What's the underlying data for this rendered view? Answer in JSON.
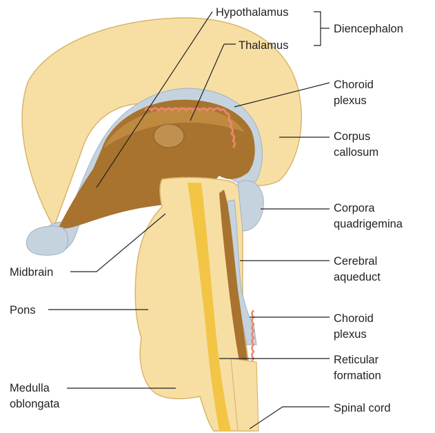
{
  "labels": {
    "hypothalamus": "Hypothalamus",
    "thalamus": "Thalamus",
    "diencephalon": "Diencephalon",
    "choroid_plexus_upper": [
      "Choroid",
      "plexus"
    ],
    "corpus_callosum": [
      "Corpus",
      "callosum"
    ],
    "corpora_quadrigemina": [
      "Corpora",
      "quadrigemina"
    ],
    "midbrain": "Midbrain",
    "cerebral_aqueduct": [
      "Cerebral",
      "aqueduct"
    ],
    "pons": "Pons",
    "choroid_plexus_lower": [
      "Choroid",
      "plexus"
    ],
    "reticular_formation": [
      "Reticular",
      "formation"
    ],
    "medulla_oblongata": [
      "Medulla",
      "oblongata"
    ],
    "spinal_cord": "Spinal cord"
  },
  "colors": {
    "tissue_light": "#f7dfa4",
    "tissue_outline": "#d8b46a",
    "diencephalon_brown": "#a8732e",
    "diencephalon_shade": "#bf8a3f",
    "ventricle_blue": "#c5d3df",
    "choroid_pink": "#e8876b",
    "reticular_yellow": "#f2c545",
    "leader_lines": "#231f20"
  }
}
